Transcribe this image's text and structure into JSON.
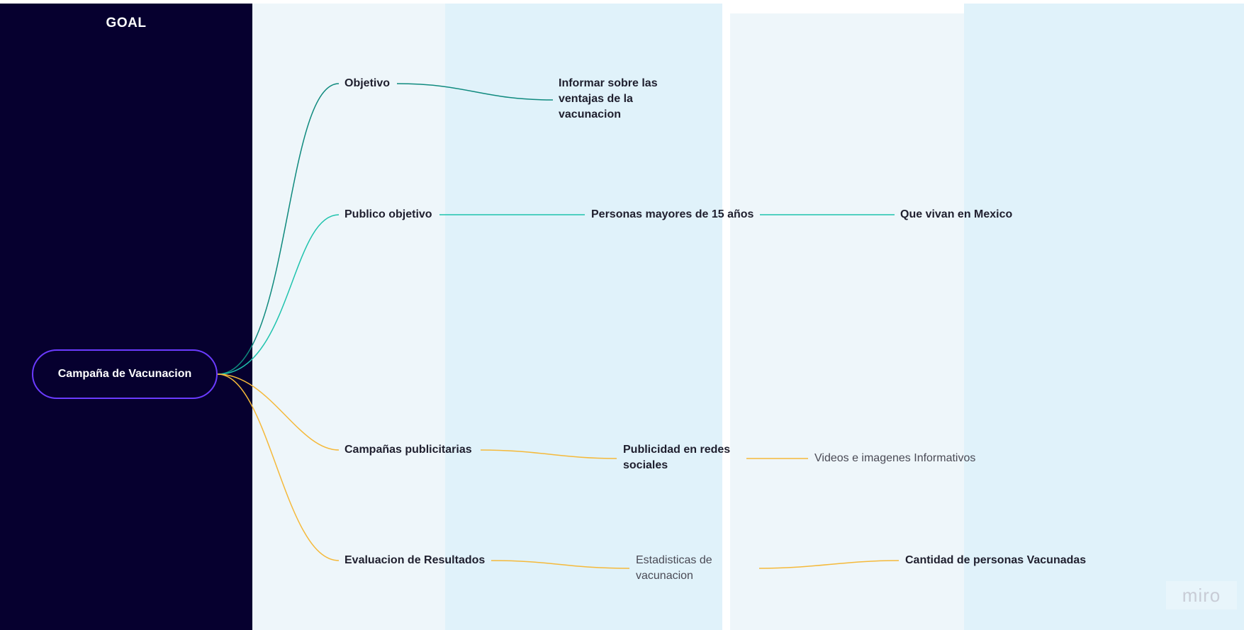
{
  "frame": {
    "goal_label": "GOAL"
  },
  "root": {
    "label": "Campaña de Vacunacion"
  },
  "branches": [
    {
      "label": "Objetivo",
      "child": "Informar sobre las ventajas de la vacunacion"
    },
    {
      "label": "Publico objetivo",
      "child": "Personas mayores de 15 años",
      "grandchild": "Que vivan en Mexico"
    },
    {
      "label": "Campañas publicitarias",
      "child": "Publicidad en redes sociales",
      "grandchild": "Videos e imagenes Informativos"
    },
    {
      "label": "Evaluacion de Resultados",
      "child": "Estadisticas de vacunacion",
      "grandchild": "Cantidad de personas Vacunadas"
    }
  ],
  "colors": {
    "dark_panel": "#06002f",
    "teal_dark": "#0f8a7e",
    "teal": "#1fc3ad",
    "yellow": "#f5b93a",
    "root_border": "#6b3bff"
  },
  "watermark": "miro"
}
